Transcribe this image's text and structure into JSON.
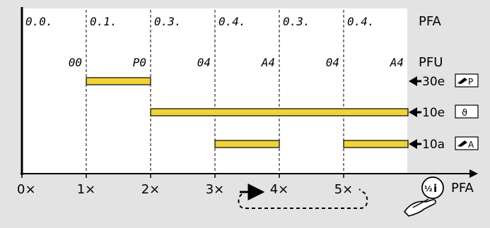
{
  "pfa_row": {
    "label": "PFA",
    "values": [
      "0.0.",
      "0.1.",
      "0.3.",
      "0.4.",
      "0.3.",
      "0.4."
    ]
  },
  "pfu_row": {
    "label": "PFU",
    "values": [
      "00",
      "P0",
      "04",
      "A4",
      "04",
      "A4"
    ]
  },
  "axis": {
    "ticks": [
      "0×",
      "1×",
      "2×",
      "3×",
      "4×",
      "5×"
    ],
    "end_label": "PFA"
  },
  "bars": [
    {
      "id": "30e",
      "label": "30e",
      "icon": "hand-P-icon",
      "start": 1,
      "end": 2,
      "color": "#f2d336"
    },
    {
      "id": "10e",
      "label": "10e",
      "icon": "theta-icon",
      "start": 2,
      "end": 6,
      "color": "#f2d336"
    },
    {
      "id": "10a",
      "label": "10a",
      "icon": "hand-A-icon",
      "start": 3,
      "end": 4,
      "color": "#f2d336",
      "repeat": {
        "start": 5,
        "end": 6
      }
    }
  ],
  "loop_symbol": "repeat-loop",
  "info_button": {
    "icon": "hand-info-icon",
    "text": "i"
  }
}
